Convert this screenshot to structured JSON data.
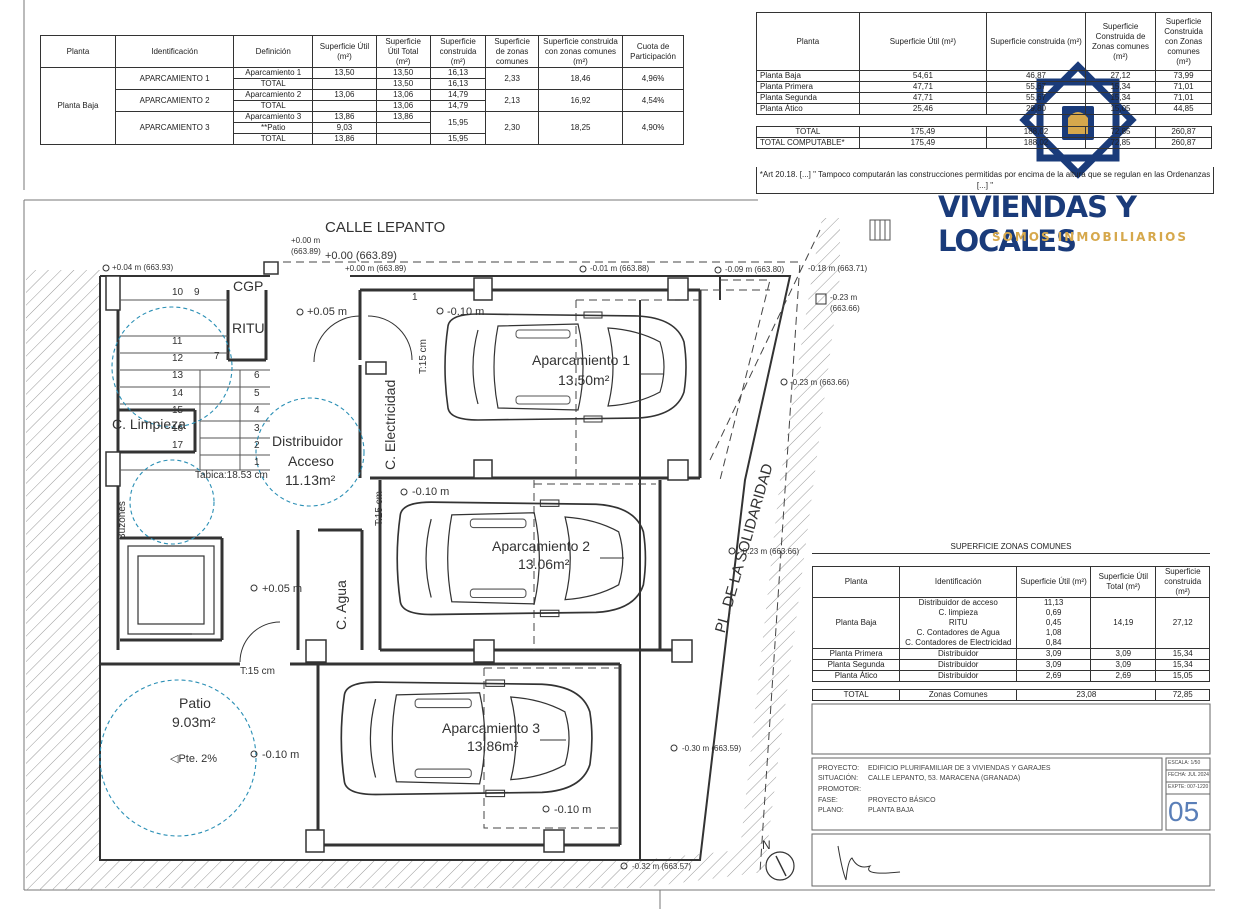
{
  "table1": {
    "headers": [
      "Planta",
      "Identificación",
      "Definición",
      "Superficie Útil (m²)",
      "Superficie Útil Total (m²)",
      "Superficie construida (m²)",
      "Superficie de zonas comunes",
      "Superficie construida con zonas comunes (m²)",
      "Cuota de Participación"
    ],
    "floor": "Planta Baja",
    "rows": [
      {
        "id": "APARCAMIENTO 1",
        "defs": [
          "Aparcamiento 1",
          "TOTAL"
        ],
        "util": [
          "13,50",
          ""
        ],
        "util_total": [
          "13,50",
          "13,50"
        ],
        "constr": [
          "16,13",
          "16,13"
        ],
        "zonas": "2,33",
        "con_zonas": "18,46",
        "cuota": "4,96%"
      },
      {
        "id": "APARCAMIENTO 2",
        "defs": [
          "Aparcamiento 2",
          "TOTAL"
        ],
        "util": [
          "13,06",
          ""
        ],
        "util_total": [
          "13,06",
          "13,06"
        ],
        "constr": [
          "14,79",
          "14,79"
        ],
        "zonas": "2,13",
        "con_zonas": "16,92",
        "cuota": "4,54%"
      },
      {
        "id": "APARCAMIENTO 3",
        "defs": [
          "Aparcamiento 3",
          "**Patio",
          "TOTAL"
        ],
        "util": [
          "13,86",
          "9,03",
          "13,86"
        ],
        "util_total": [
          "13,86",
          "",
          ""
        ],
        "constr": [
          "15,95",
          "",
          "15,95"
        ],
        "zonas": "2,30",
        "con_zonas": "18,25",
        "cuota": "4,90%"
      }
    ]
  },
  "table2": {
    "headers": [
      "Planta",
      "Superficie Útil (m²)",
      "Superficie construida (m²)",
      "Superficie Construida de Zonas comunes (m²)",
      "Superficie Construida con Zonas comunes (m²)"
    ],
    "rows": [
      [
        "Planta Baja",
        "54,61",
        "46,87",
        "27,12",
        "73,99"
      ],
      [
        "Planta Primera",
        "47,71",
        "55,67",
        "15,34",
        "71,01"
      ],
      [
        "Planta Segunda",
        "47,71",
        "55,67",
        "15,34",
        "71,01"
      ],
      [
        "Planta Ático",
        "25,46",
        "29,80",
        "15,05",
        "44,85"
      ]
    ],
    "total": [
      "TOTAL",
      "175,49",
      "188,02",
      "72,85",
      "260,87"
    ],
    "computable": [
      "TOTAL COMPUTABLE*",
      "175,49",
      "188,02",
      "72,85",
      "260,87"
    ],
    "note": "*Art 20.18. [...] \" Tampoco computarán las construcciones permitidas por encima de la altura que se regulan en las Ordenanzas [...] \""
  },
  "logo": {
    "title": "VIVIENDAS Y LOCALES",
    "subtitle": "SOMOS INMOBILIARIOS",
    "color": "#1a3b7a",
    "accent": "#d6a84c"
  },
  "plan": {
    "street_top": "CALLE LEPANTO",
    "street_right": "PL. DE LA SOLIDARIDAD",
    "rooms": {
      "cgp": "CGP",
      "ritu": "RITU",
      "limpieza": "C. Limpieza",
      "distribuidor": "Distribuidor",
      "acceso": "Acceso",
      "distribuidor_area": "11.13m²",
      "electricidad": "C. Electricidad",
      "agua": "C. Agua",
      "buzones": "Buzones",
      "patio": "Patio",
      "patio_area": "9.03m²",
      "pte": "Pte. 2%",
      "ap1": "Aparcamiento 1",
      "ap1_area": "13.50m²",
      "ap2": "Aparcamiento 2",
      "ap2_area": "13.06m²",
      "ap3": "Aparcamiento 3",
      "ap3_area": "13.86m²",
      "tabica": "Tabica:18.53 cm",
      "t15a": "T:15 cm",
      "t15b": "T:15 cm",
      "t15c": "T:15 cm"
    },
    "stairs_left": [
      "10",
      "11",
      "12",
      "13",
      "14",
      "15",
      "16",
      "17"
    ],
    "stairs_left_extra": [
      "9",
      "7"
    ],
    "stairs_right": [
      "6",
      "5",
      "4",
      "3",
      "2",
      "1"
    ],
    "misc_1": "1",
    "levels": {
      "l_top1": "+0.00 m",
      "l_top1b": "(663.89)",
      "l_top2": "+0.00 (663.89)",
      "l_top3": "+0.00 m (663.89)",
      "l_a": "+0.04 m (663.93)",
      "l_b": "-0.01 m (663.88)",
      "l_c": "-0.09 m (663.80)",
      "l_d": "-0.18 m (663.71)",
      "l_e": "-0.23 m",
      "l_e2": "(663.66)",
      "l_f": "-0.23 m (663.66)",
      "l_g": "-0.23 m (663.66)",
      "l_h": "-0.30 m (663.59)",
      "l_i": "-0.32 m (663.57)",
      "l_p1": "+0.05 m",
      "l_p2": "+0.05 m",
      "l_ap1": "-0.10 m",
      "l_ap2": "-0.10 m",
      "l_ap3": "-0.10 m",
      "l_patio": "-0.10 m"
    }
  },
  "table3": {
    "title": "SUPERFICIE ZONAS COMUNES",
    "headers": [
      "Planta",
      "Identificación",
      "Superficie Útil (m²)",
      "Superficie Útil Total (m²)",
      "Superficie construida (m²)"
    ],
    "pb_items": [
      [
        "Distribuidor de acceso",
        "11,13"
      ],
      [
        "C. limpieza",
        "0,69"
      ],
      [
        "RITU",
        "0,45"
      ],
      [
        "C. Contadores de Agua",
        "1,08"
      ],
      [
        "C. Contadores de Electricidad",
        "0,84"
      ]
    ],
    "pb_label": "Planta Baja",
    "pb_total": "14,19",
    "pb_constr": "27,12",
    "rows": [
      [
        "Planta Primera",
        "Distribuidor",
        "3,09",
        "3,09",
        "15,34"
      ],
      [
        "Planta Segunda",
        "Distribuidor",
        "3,09",
        "3,09",
        "15,34"
      ],
      [
        "Planta Ático",
        "Distribuidor",
        "2,69",
        "2,69",
        "15,05"
      ]
    ],
    "total": [
      "TOTAL",
      "Zonas Comunes",
      "23,08",
      "72,85"
    ]
  },
  "title_block": {
    "labels": [
      "PROYECTO:",
      "SITUACIÓN:",
      "PROMOTOR:",
      "FASE:",
      "PLANO:"
    ],
    "values": [
      "EDIFICIO PLURIFAMILIAR DE 3 VIVIENDAS Y GARAJES",
      "CALLE LEPANTO, 53. MARACENA (GRANADA)",
      "",
      "PROYECTO BÁSICO",
      "PLANTA BAJA"
    ],
    "side": [
      "ESCALA: 1/50",
      "FECHA: JUL 2024",
      "EXPTE: 007-1220"
    ],
    "sheet": "05",
    "north": "N"
  }
}
